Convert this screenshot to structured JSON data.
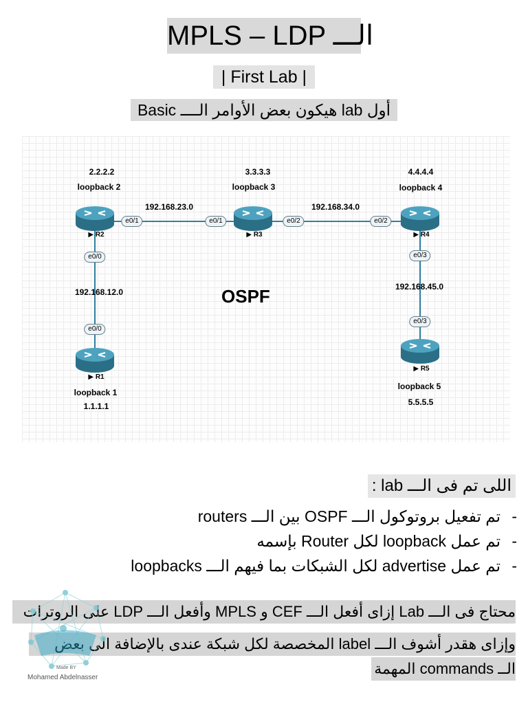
{
  "header": {
    "title": "MPLS – LDP الـــ",
    "subtitle": "| First Lab |",
    "intro": "أول lab هيكون بعض الأوامر الــــ Basic"
  },
  "diagram": {
    "center_label": "OSPF",
    "networks": {
      "r2_r3": "192.168.23.0",
      "r3_r4": "192.168.34.0",
      "r1_r2": "192.168.12.0",
      "r4_r5": "192.168.45.0"
    },
    "routers": {
      "r1": {
        "name": "R1",
        "loopback": "loopback 1",
        "ip": "1.1.1.1"
      },
      "r2": {
        "name": "R2",
        "loopback": "loopback 2",
        "ip": "2.2.2.2"
      },
      "r3": {
        "name": "R3",
        "loopback": "loopback 3",
        "ip": "3.3.3.3"
      },
      "r4": {
        "name": "R4",
        "loopback": "loopback 4",
        "ip": "4.4.4.4"
      },
      "r5": {
        "name": "R5",
        "loopback": "loopback 5",
        "ip": "5.5.5.5"
      }
    },
    "ports": {
      "r2_to_r3": "e0/1",
      "r3_to_r2": "e0/1",
      "r3_to_r4": "e0/2",
      "r4_to_r3": "e0/2",
      "r2_to_r1": "e0/0",
      "r1_to_r2": "e0/0",
      "r4_to_r5": "e0/3",
      "r5_to_r4": "e0/3"
    },
    "colors": {
      "router_body": "#3f8ea8",
      "link": "#2e7fa0",
      "port_border": "#5f7c8a"
    }
  },
  "section": {
    "heading": "اللى تم فى الـــ lab :",
    "bullets": [
      "تم تفعيل بروتوكول الـــ OSPF بين الـــ routers",
      "تم عمل  loopback لكل Router بإسمه",
      "تم عمل advertise لكل الشبكات بما فيهم الـــ loopbacks"
    ],
    "dash": "-",
    "para1": "محتاج فى الـــ  Lab إزاى أفعل الـــ CEF و MPLS وأفعل الـــ LDP على الروترات",
    "para2": "وإزاى هقدر أشوف الـــ label المخصصة لكل شبكة عندى بالإضافة الى بعض",
    "para3": "الــ  commands المهمة"
  },
  "watermark": {
    "made_by": "Made BY",
    "author": "Mohamed Abdelnasser"
  }
}
